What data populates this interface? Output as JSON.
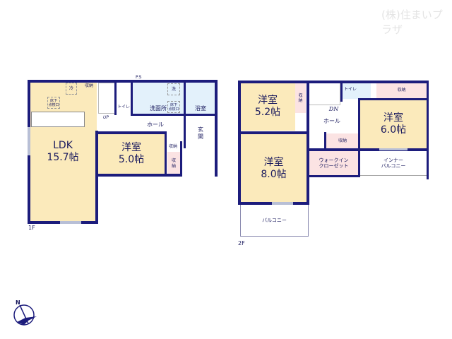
{
  "watermark": "(株)住まいプラザ",
  "colors": {
    "wall": "#1c1c7c",
    "room": "#fbeabb",
    "wet": "#e3f1fb",
    "storage": "#fbe3e3"
  },
  "floor1": {
    "label": "1F",
    "ldk": {
      "name": "LDK",
      "size": "15.7帖"
    },
    "fridge": "冷",
    "storage_top": "収納",
    "inspection": "床下\n点検口",
    "up": "UP",
    "toilet": "トイレ",
    "washroom": "洗面所",
    "washer": "洗",
    "inspection2": "床下\n点検口",
    "bath": "浴室",
    "ps": "P.S",
    "hall": "ホール",
    "entrance": "玄\n関",
    "room": {
      "name": "洋室",
      "size": "5.0帖"
    },
    "storage_small": "収納",
    "storage_side": "収\n納"
  },
  "floor2": {
    "label": "2F",
    "room1": {
      "name": "洋室",
      "size": "5.2帖"
    },
    "storage1": "収\n納",
    "dn": "DN",
    "toilet": "トイレ",
    "storage_top": "収納",
    "hall": "ホール",
    "room2": {
      "name": "洋室",
      "size": "6.0帖"
    },
    "storage_hall": "収納",
    "room3": {
      "name": "洋室",
      "size": "8.0帖"
    },
    "wic": "ウォークイン\nクローゼット",
    "inner_balcony": "インナー\nバルコニー",
    "balcony": "バルコニー"
  },
  "compass": {
    "icon": "north-compass-icon",
    "label": "N"
  }
}
